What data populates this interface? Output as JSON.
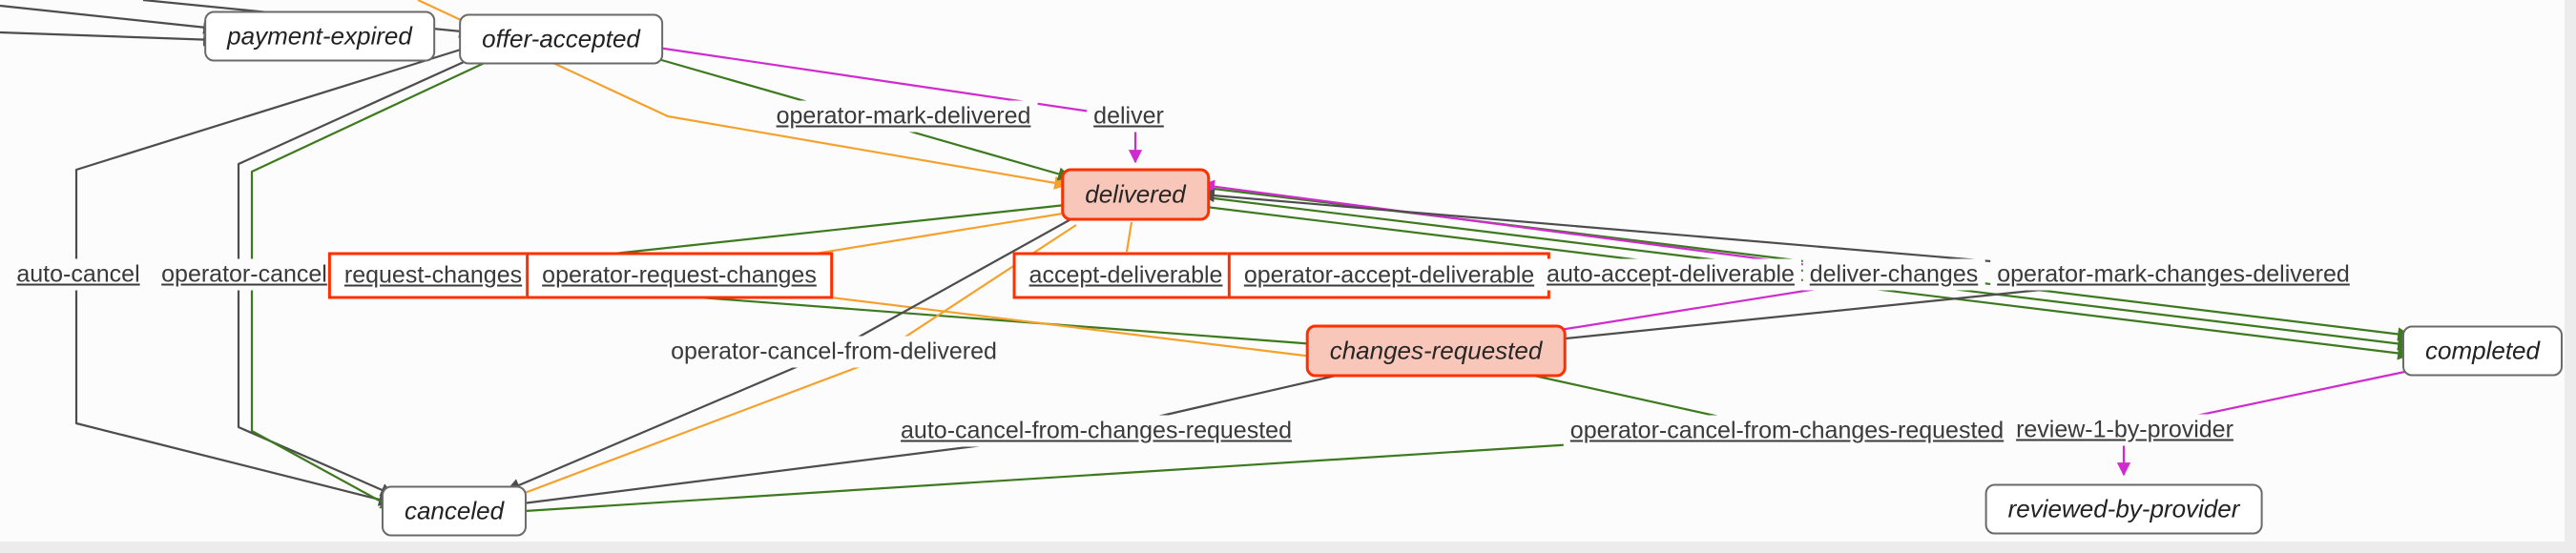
{
  "palette": {
    "gray": "#4d4d4d",
    "green": "#3d7a1f",
    "orange": "#f5a12d",
    "magenta": "#cf2bcf",
    "node_border": "#6a6a6a",
    "node_fill": "#ffffff",
    "highlight_border": "#ff2f00",
    "highlight_fill": "#f9c7ba",
    "label_text": "#3a3a3a",
    "background": "#fcfcfc"
  },
  "diagram": {
    "nodes": [
      {
        "id": "payment-expired",
        "label": "payment-expired",
        "highlight": false
      },
      {
        "id": "offer-accepted",
        "label": "offer-accepted",
        "highlight": false
      },
      {
        "id": "delivered",
        "label": "delivered",
        "highlight": true
      },
      {
        "id": "changes-requested",
        "label": "changes-requested",
        "highlight": true
      },
      {
        "id": "completed",
        "label": "completed",
        "highlight": false
      },
      {
        "id": "canceled",
        "label": "canceled",
        "highlight": false
      },
      {
        "id": "reviewed-by-provider",
        "label": "reviewed-by-provider",
        "highlight": false
      }
    ],
    "edge_labels": [
      {
        "id": "operator-mark-delivered",
        "label": "operator-mark-delivered",
        "style": "link"
      },
      {
        "id": "deliver",
        "label": "deliver",
        "style": "link"
      },
      {
        "id": "auto-cancel",
        "label": "auto-cancel",
        "style": "link"
      },
      {
        "id": "operator-cancel",
        "label": "operator-cancel",
        "style": "link"
      },
      {
        "id": "request-changes",
        "label": "request-changes",
        "style": "boxed"
      },
      {
        "id": "operator-request-changes",
        "label": "operator-request-changes",
        "style": "boxed"
      },
      {
        "id": "accept-deliverable",
        "label": "accept-deliverable",
        "style": "boxed"
      },
      {
        "id": "operator-accept-deliverable",
        "label": "operator-accept-deliverable",
        "style": "boxed"
      },
      {
        "id": "auto-accept-deliverable",
        "label": "auto-accept-deliverable",
        "style": "link"
      },
      {
        "id": "deliver-changes",
        "label": "deliver-changes",
        "style": "link"
      },
      {
        "id": "operator-mark-changes-delivered",
        "label": "operator-mark-changes-delivered",
        "style": "link"
      },
      {
        "id": "operator-cancel-from-delivered",
        "label": "operator-cancel-from-delivered",
        "style": "plain"
      },
      {
        "id": "auto-cancel-from-changes-requested",
        "label": "auto-cancel-from-changes-requested",
        "style": "link"
      },
      {
        "id": "operator-cancel-from-changes-requested",
        "label": "operator-cancel-from-changes-requested",
        "style": "link"
      },
      {
        "id": "review-1-by-provider",
        "label": "review-1-by-provider",
        "style": "link"
      }
    ],
    "transitions": [
      {
        "label": "operator-mark-delivered",
        "from": "offer-accepted",
        "to": "delivered",
        "color": "green"
      },
      {
        "label": "deliver",
        "from": "offer-accepted",
        "to": "delivered",
        "color": "magenta"
      },
      {
        "label": "auto-cancel",
        "from": "offer-accepted",
        "to": "canceled",
        "color": "gray"
      },
      {
        "label": "operator-cancel",
        "from": "offer-accepted",
        "to": "canceled",
        "color": "gray"
      },
      {
        "label": "request-changes",
        "from": "delivered",
        "to": "changes-requested",
        "color": "green"
      },
      {
        "label": "operator-request-changes",
        "from": "delivered",
        "to": "changes-requested",
        "color": "orange"
      },
      {
        "label": "accept-deliverable",
        "from": "delivered",
        "to": "completed",
        "color": "green"
      },
      {
        "label": "operator-accept-deliverable",
        "from": "delivered",
        "to": "completed",
        "color": "green"
      },
      {
        "label": "auto-accept-deliverable",
        "from": "delivered",
        "to": "completed",
        "color": "green"
      },
      {
        "label": "operator-cancel-from-delivered",
        "from": "delivered",
        "to": "canceled",
        "color": "gray"
      },
      {
        "label": "deliver-changes",
        "from": "changes-requested",
        "to": "delivered",
        "color": "magenta"
      },
      {
        "label": "operator-mark-changes-delivered",
        "from": "changes-requested",
        "to": "delivered",
        "color": "gray"
      },
      {
        "label": "auto-cancel-from-changes-requested",
        "from": "changes-requested",
        "to": "canceled",
        "color": "gray"
      },
      {
        "label": "operator-cancel-from-changes-requested",
        "from": "changes-requested",
        "to": "canceled",
        "color": "green"
      },
      {
        "label": "review-1-by-provider",
        "from": "completed",
        "to": "reviewed-by-provider",
        "color": "magenta"
      }
    ]
  }
}
